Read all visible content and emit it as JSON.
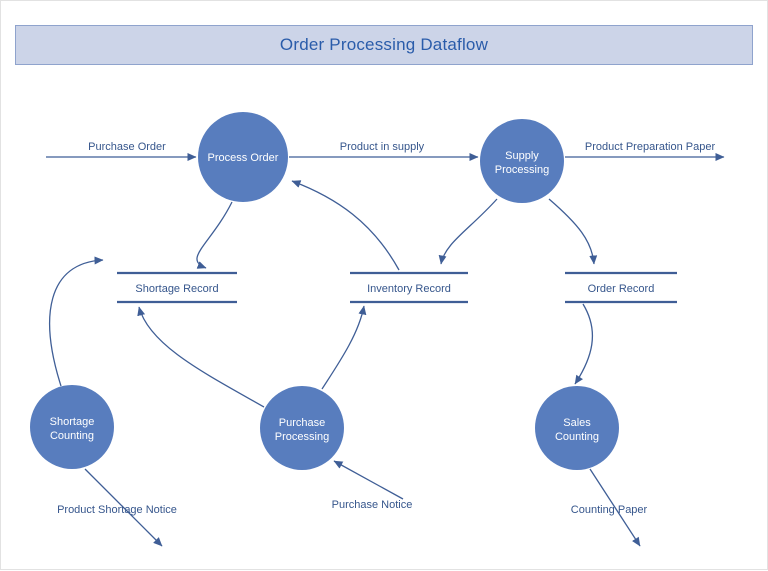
{
  "title": "Order Processing Dataflow",
  "colors": {
    "banner_fill": "#ccd4e8",
    "banner_border": "#8fa3cd",
    "title_text": "#2a5caa",
    "node_fill": "#587dbe",
    "line": "#3f5e96",
    "label_text": "#36568c"
  },
  "processes": [
    {
      "l1": "Process Order"
    },
    {
      "l1": "Supply",
      "l2": "Processing"
    },
    {
      "l1": "Shortage",
      "l2": "Counting"
    },
    {
      "l1": "Purchase",
      "l2": "Processing"
    },
    {
      "l1": "Sales",
      "l2": "Counting"
    }
  ],
  "datastores": [
    {
      "label": "Shortage Record"
    },
    {
      "label": "Inventory Record"
    },
    {
      "label": "Order Record"
    }
  ],
  "flows": {
    "purchase_order": "Purchase Order",
    "product_in_supply": "Product in supply",
    "product_preparation_paper": "Product Preparation Paper",
    "purchase_notice": "Purchase Notice",
    "product_shortage_notice": "Product Shortage Notice",
    "counting_paper": "Counting Paper"
  }
}
